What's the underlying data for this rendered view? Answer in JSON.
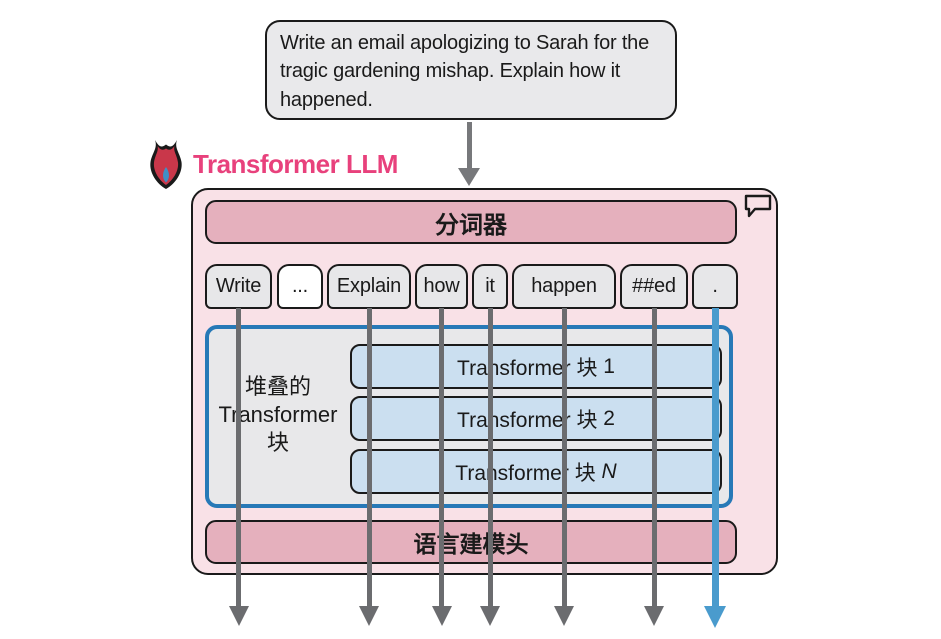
{
  "prompt": {
    "text": "Write an email apologizing to Sarah for the tragic gardening mishap. Explain how it happened."
  },
  "header": {
    "title": "Transformer LLM",
    "flame_icon": "flame-icon",
    "accent_color": "#e8417c"
  },
  "llm": {
    "tokenizer_label": "分词器",
    "bubble_icon": "speech-bubble-icon",
    "tokens": [
      {
        "label": "Write",
        "variant": "gray",
        "has_arrow": true,
        "arrow_color": "gray"
      },
      {
        "label": "...",
        "variant": "white",
        "has_arrow": false,
        "arrow_color": ""
      },
      {
        "label": "Explain",
        "variant": "gray",
        "has_arrow": true,
        "arrow_color": "gray"
      },
      {
        "label": "how",
        "variant": "gray",
        "has_arrow": true,
        "arrow_color": "gray"
      },
      {
        "label": "it",
        "variant": "gray",
        "has_arrow": true,
        "arrow_color": "gray"
      },
      {
        "label": "happen",
        "variant": "gray",
        "has_arrow": true,
        "arrow_color": "gray"
      },
      {
        "label": "##ed",
        "variant": "gray",
        "has_arrow": true,
        "arrow_color": "gray"
      },
      {
        "label": ".",
        "variant": "gray",
        "has_arrow": true,
        "arrow_color": "blue"
      }
    ],
    "stack": {
      "label_lines": [
        "堆叠的",
        "Transformer",
        "块"
      ],
      "blocks": [
        {
          "prefix": "Transformer 块",
          "suffix": "1",
          "suffix_italic": false
        },
        {
          "prefix": "Transformer 块",
          "suffix": "2",
          "suffix_italic": false
        },
        {
          "prefix": "Transformer 块",
          "suffix": "N",
          "suffix_italic": true
        }
      ]
    },
    "lm_head_label": "语言建模头"
  },
  "colors": {
    "gray_arrow": "#6b6c6f",
    "blue_arrow": "#4a9bcd",
    "container_pink": "#f9e1e7",
    "bar_pink": "#e5b0bd",
    "block_blue": "#cbdff0",
    "stack_border_blue": "#2779b7",
    "token_gray": "#e7e7e9",
    "title_pink": "#e8417c"
  }
}
